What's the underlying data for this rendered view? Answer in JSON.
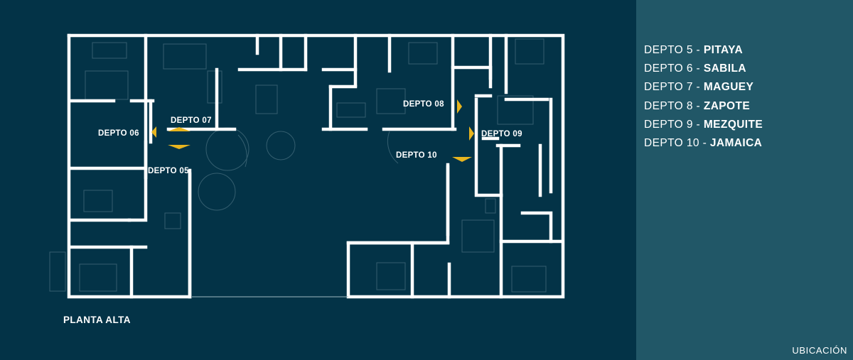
{
  "plan": {
    "title": "PLANTA ALTA",
    "unit_tags": [
      "DEPTO 07",
      "DEPTO 06",
      "DEPTO 05",
      "DEPTO 08",
      "DEPTO 09",
      "DEPTO 10"
    ]
  },
  "units": [
    {
      "code": "DEPTO 5 - ",
      "name": "PITAYA"
    },
    {
      "code": "DEPTO 6 - ",
      "name": "SABILA"
    },
    {
      "code": "DEPTO 7 - ",
      "name": "MAGUEY"
    },
    {
      "code": "DEPTO 8 - ",
      "name": "ZAPOTE"
    },
    {
      "code": "DEPTO 9 - ",
      "name": "MEZQUITE"
    },
    {
      "code": "DEPTO 10 - ",
      "name": "JAMAICA"
    }
  ],
  "nav": {
    "location_label": "UBICACIÓN"
  },
  "colors": {
    "background": "#033347",
    "panel": "#215767",
    "walls": "#ffffff",
    "entry_markers": "#e8b51f"
  }
}
